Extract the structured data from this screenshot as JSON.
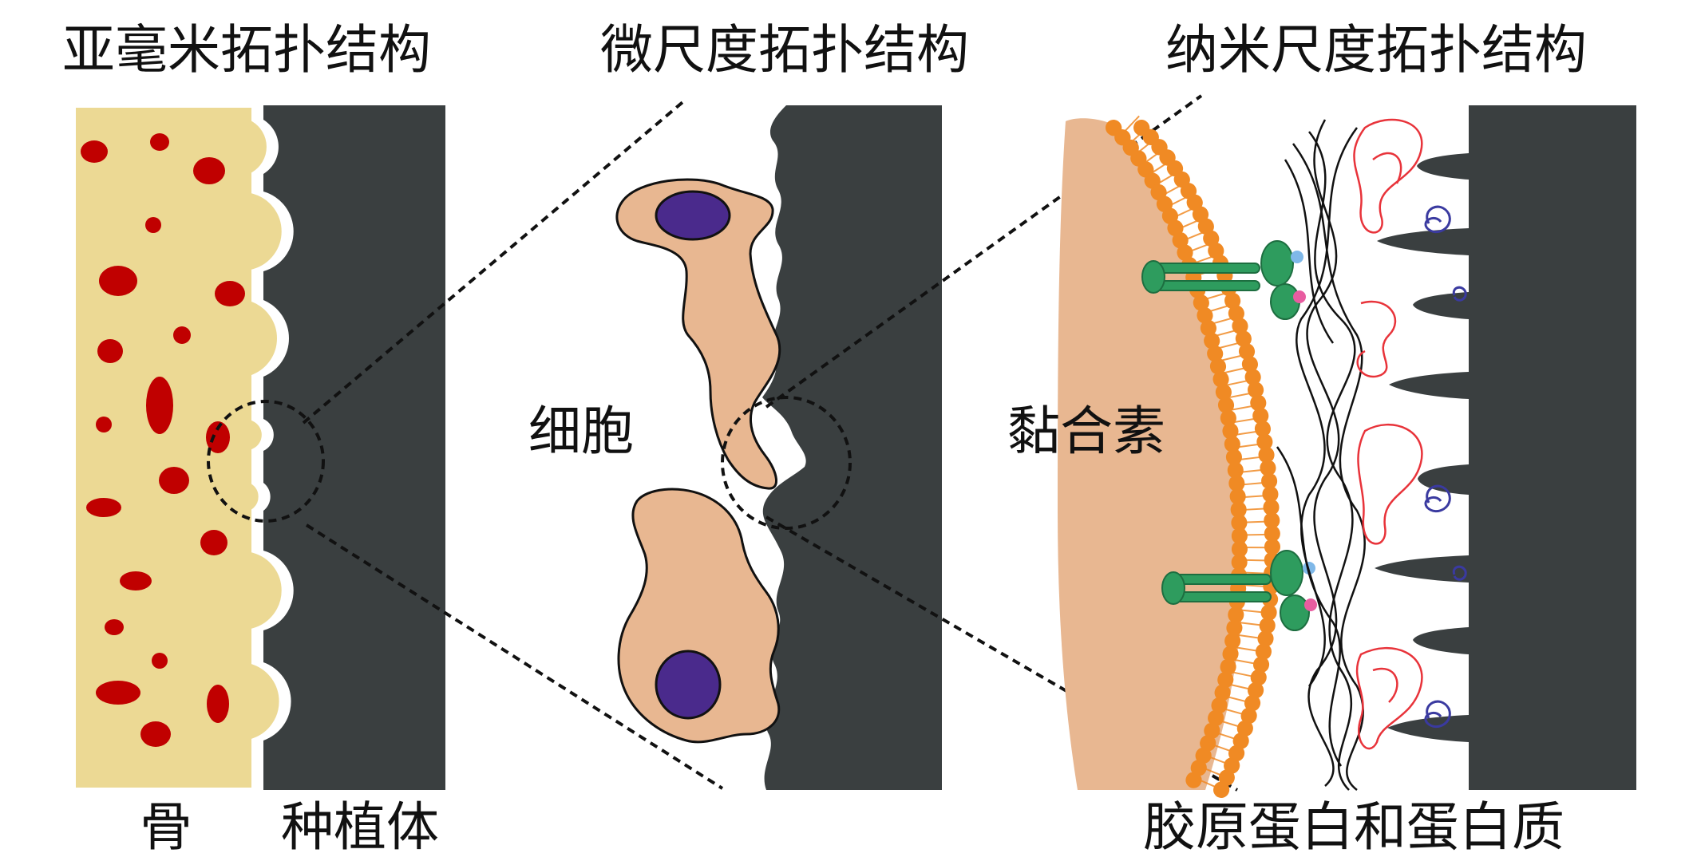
{
  "titles": {
    "submillimeter": "亚毫米拓扑结构",
    "micro": "微尺度拓扑结构",
    "nano": "纳米尺度拓扑结构"
  },
  "labels": {
    "bone": "骨",
    "implant": "种植体",
    "cell": "细胞",
    "adhesin": "黏合素",
    "collagen_protein": "胶原蛋白和蛋白质"
  },
  "colors": {
    "bone": "#ecd994",
    "bone_pores": "#c00000",
    "implant": "#3a3f40",
    "cell": "#e8b791",
    "nucleus": "#4a2a8c",
    "membrane": "#f08a24",
    "integrin": "#2e9c5e",
    "collagen": "#111111",
    "protein_red": "#e8333a",
    "protein_blue": "#3a3aa0",
    "receptor_blue": "#7fb8e8",
    "receptor_pink": "#e85ca0"
  }
}
